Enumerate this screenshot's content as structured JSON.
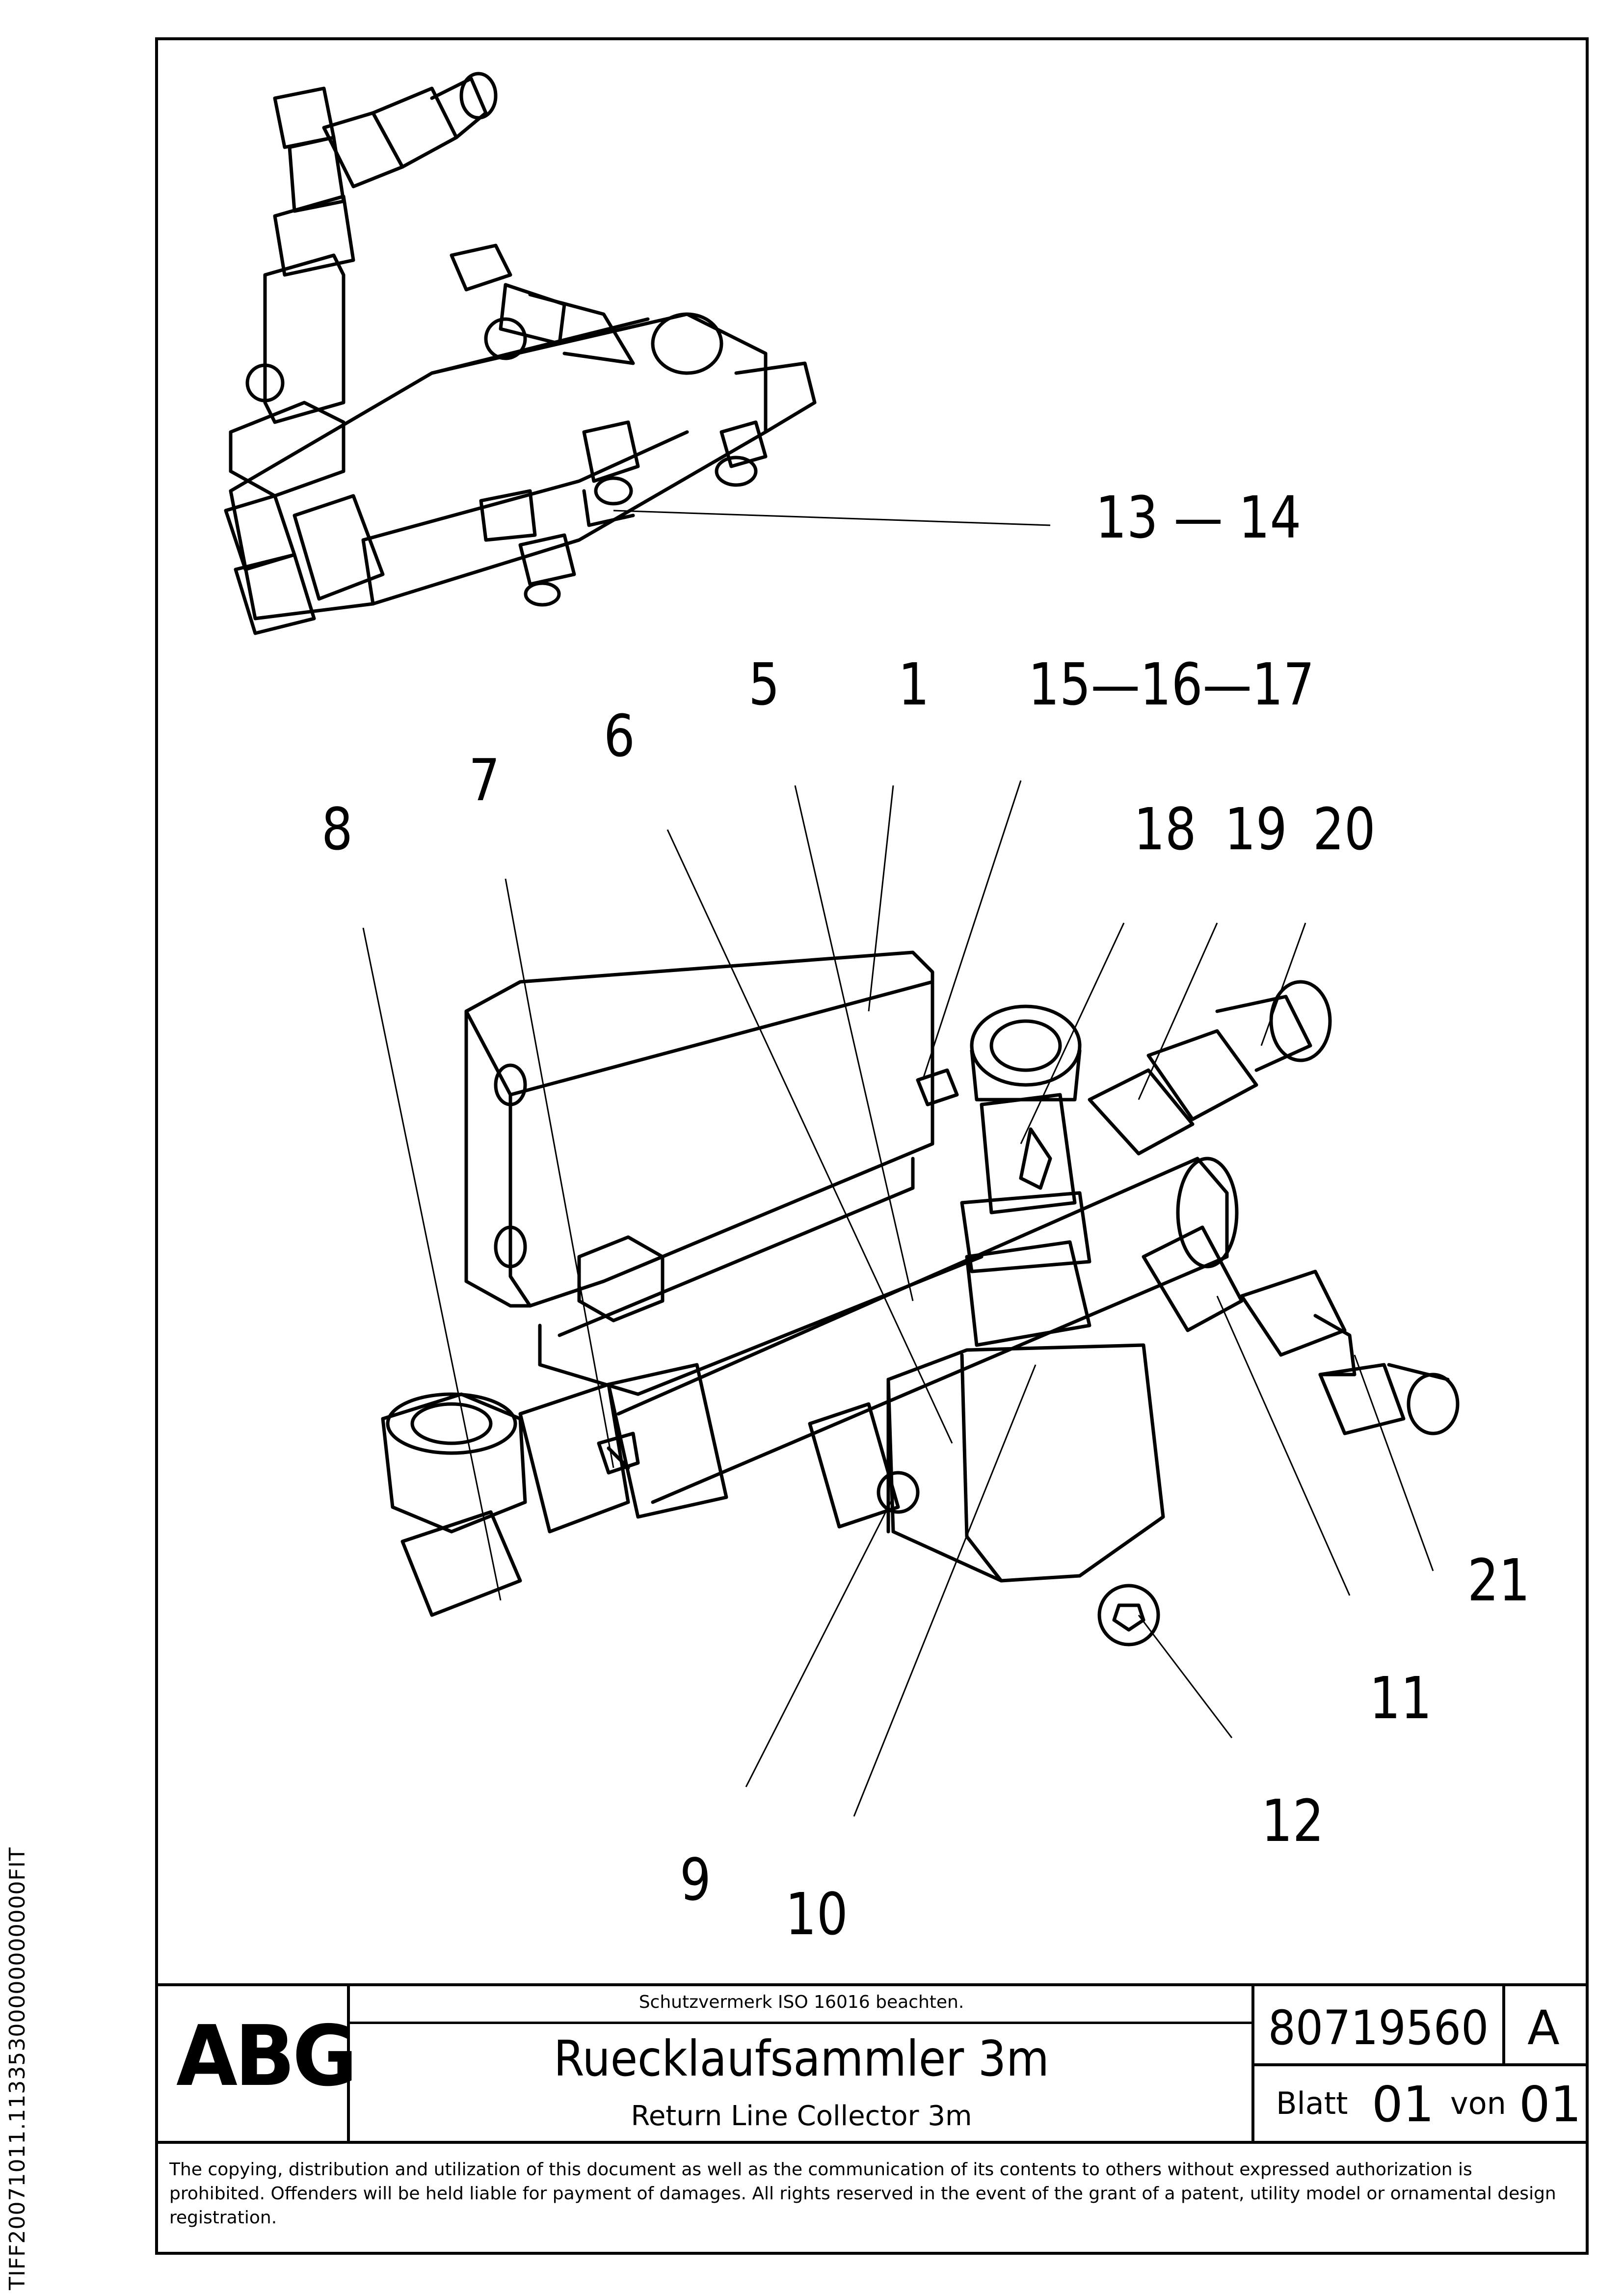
{
  "side_code": "TIFF20071011.11335300000000000FIT",
  "callouts": [
    "13 — 14",
    "5",
    "1",
    "15—16—17",
    "6",
    "7",
    "8",
    "18",
    "19",
    "20",
    "21",
    "11",
    "12",
    "9",
    "10"
  ],
  "title_block": {
    "logo": "ABG",
    "protection_notice": "Schutzvermerk ISO 16016 beachten.",
    "title_de": "Ruecklaufsammler 3m",
    "title_en": "Return Line Collector 3m",
    "doc_number": "80719560",
    "revision": "A",
    "sheet_label": "Blatt",
    "sheet_no": "01",
    "of_label": "von",
    "of_no": "01"
  },
  "copyright": "The copying, distribution and utilization of this document as well as the communication of its contents to others without expressed authorization is prohibited. Offenders will be held liable for payment of damages. All rights reserved in the event of the grant of a patent, utility model or ornamental design registration."
}
